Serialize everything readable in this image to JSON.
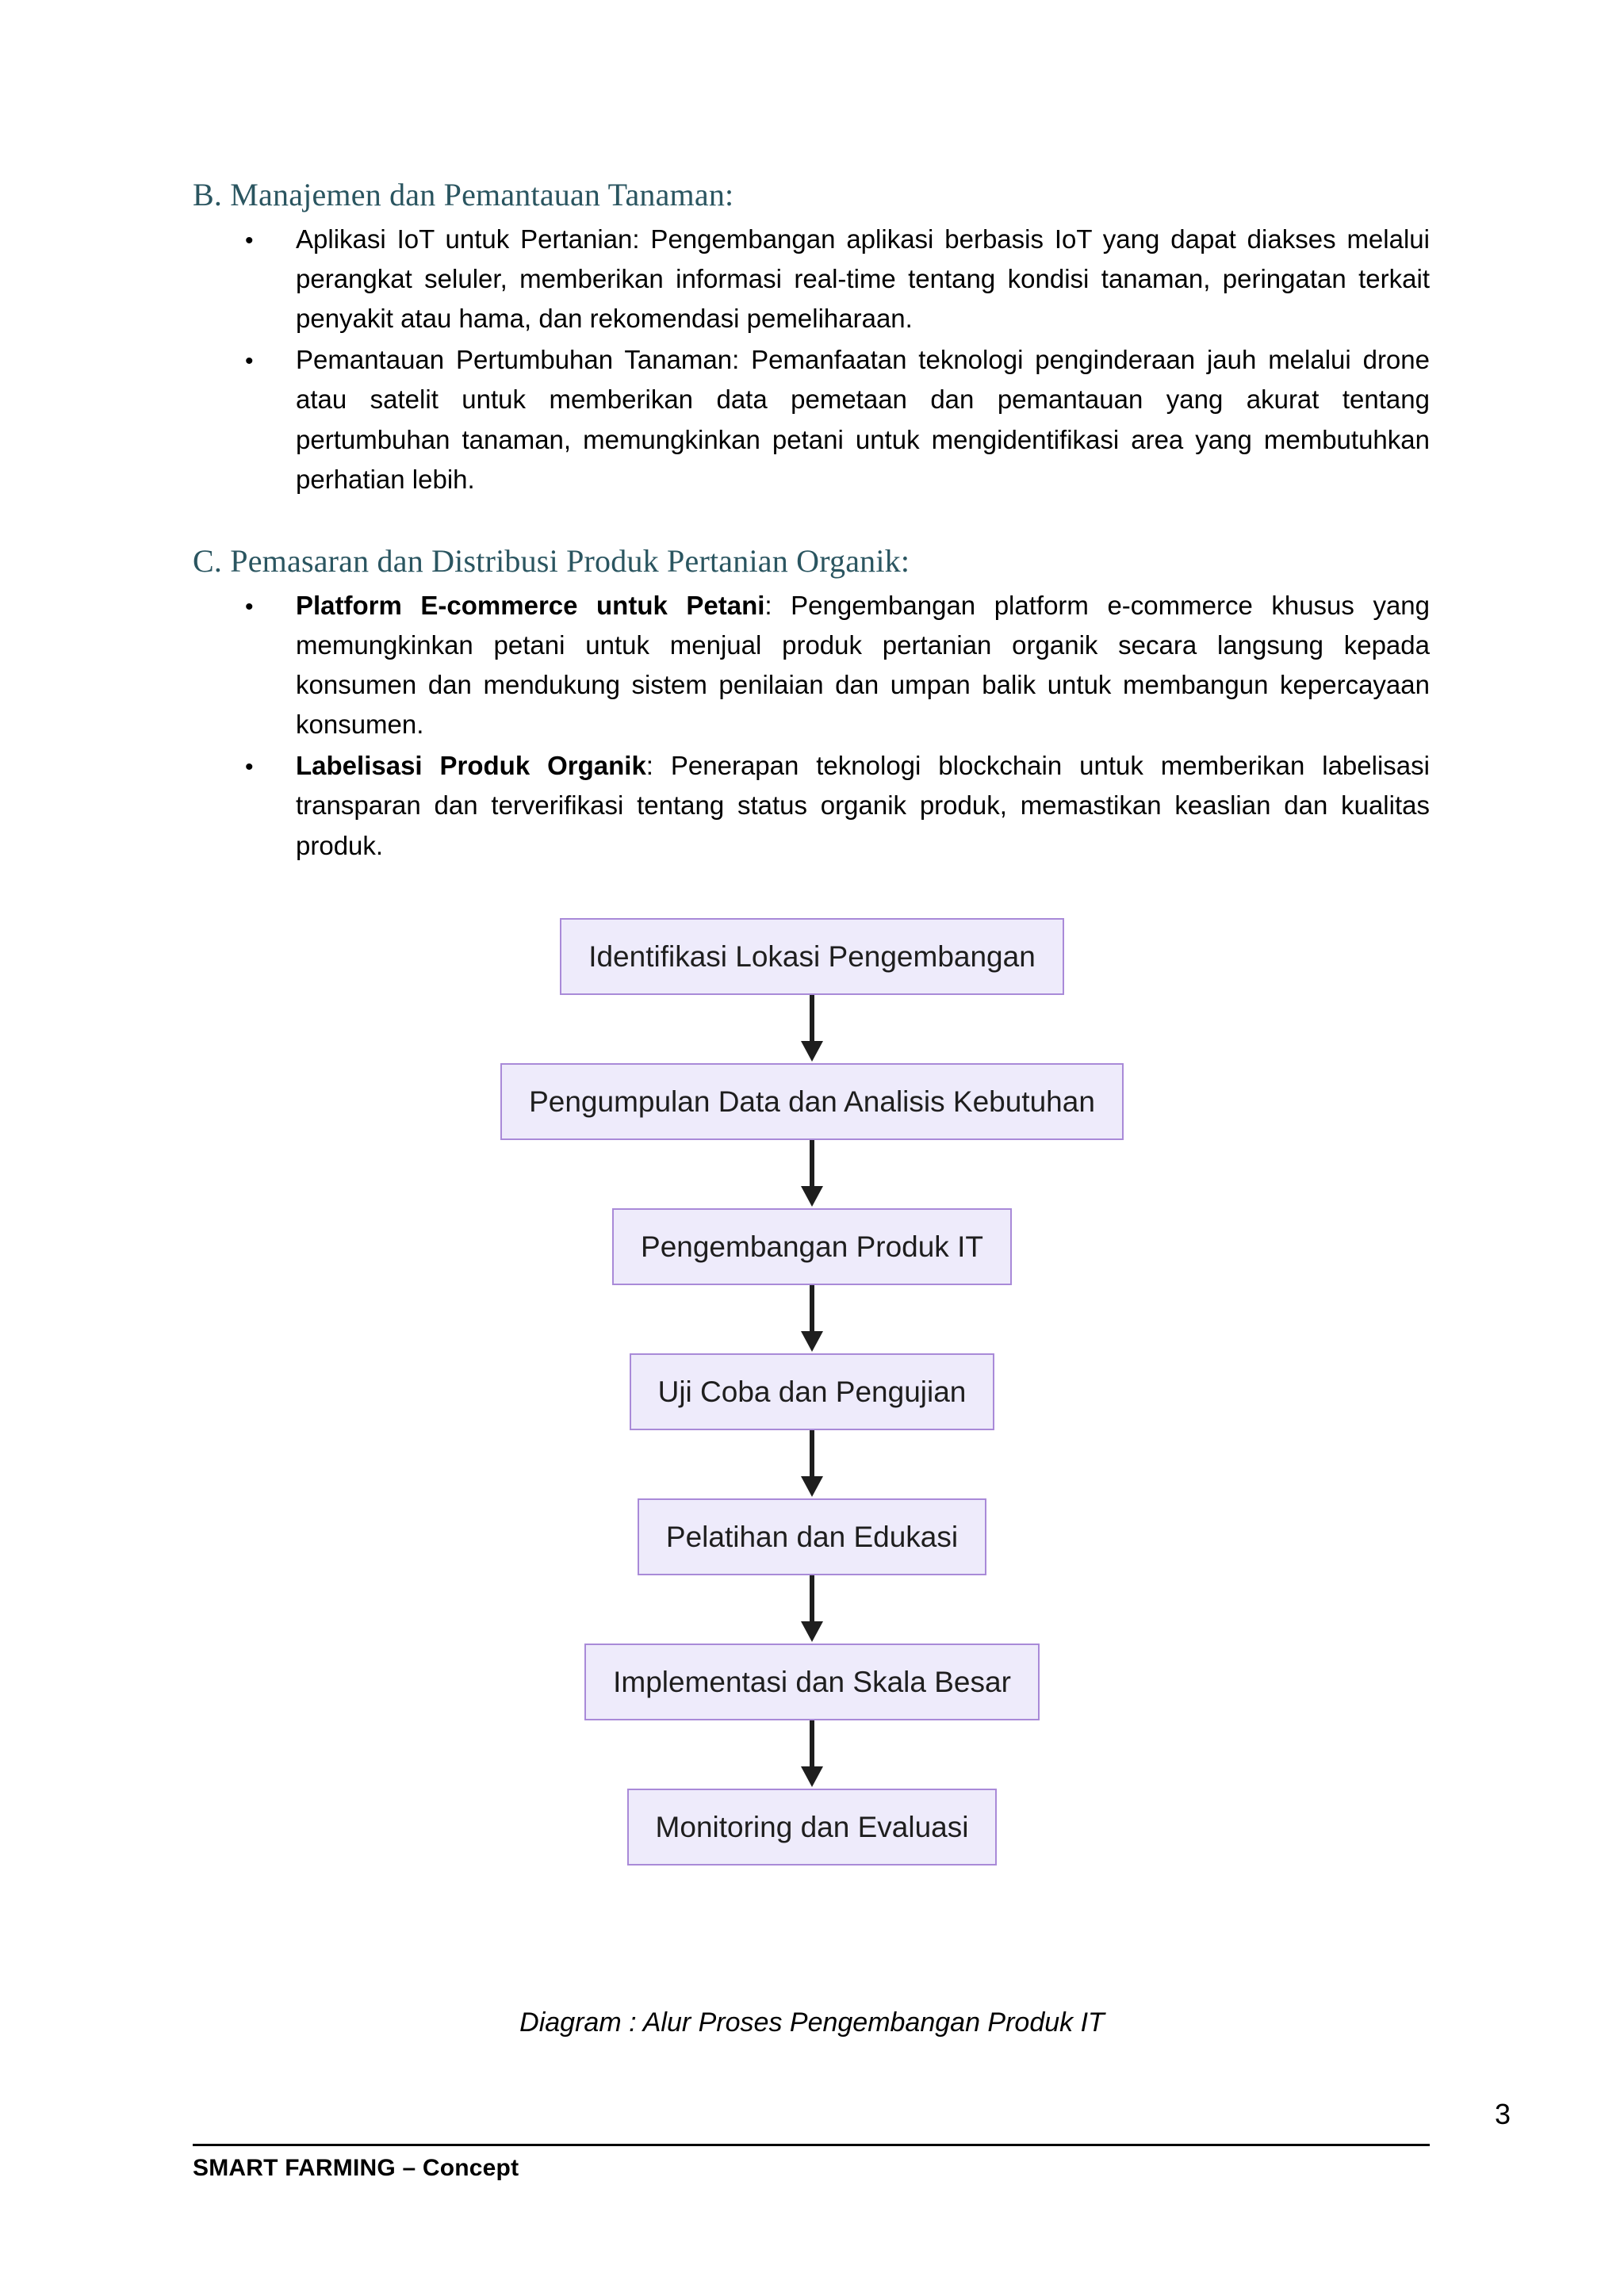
{
  "document": {
    "page_number": "3",
    "footer_text": "SMART FARMING – Concept",
    "heading_color": "#2a5560"
  },
  "sections": [
    {
      "heading": "B. Manajemen dan Pemantauan Tanaman:",
      "bullets": [
        {
          "lead": "",
          "text": "Aplikasi IoT untuk Pertanian: Pengembangan aplikasi berbasis IoT yang dapat diakses melalui perangkat seluler, memberikan informasi real-time tentang kondisi tanaman, peringatan terkait penyakit atau hama, dan rekomendasi pemeliharaan."
        },
        {
          "lead": "",
          "text": "Pemantauan Pertumbuhan Tanaman: Pemanfaatan teknologi penginderaan jauh melalui drone atau satelit untuk memberikan data pemetaan dan pemantauan yang akurat tentang pertumbuhan tanaman, memungkinkan petani untuk mengidentifikasi area yang membutuhkan perhatian lebih."
        }
      ]
    },
    {
      "heading": "C. Pemasaran dan Distribusi Produk Pertanian Organik:",
      "bullets": [
        {
          "lead": "Platform E-commerce untuk Petani",
          "text": ": Pengembangan platform e-commerce khusus yang memungkinkan petani untuk menjual produk pertanian organik secara langsung kepada konsumen dan mendukung sistem penilaian dan umpan balik untuk membangun kepercayaan konsumen."
        },
        {
          "lead": "Labelisasi Produk Organik",
          "text": ": Penerapan teknologi blockchain untuk memberikan labelisasi transparan dan terverifikasi tentang status organik produk, memastikan keaslian dan kualitas produk."
        }
      ]
    }
  ],
  "chart_data": {
    "type": "diagram",
    "diagram_kind": "flowchart",
    "orientation": "top-to-bottom",
    "title": "Diagram : Alur Proses Pengembangan Produk IT",
    "node_fill": "#eeebfb",
    "node_border": "#a98ad8",
    "connector_color": "#1e1e1e",
    "nodes": [
      {
        "id": 1,
        "label": "Identifikasi Lokasi Pengembangan"
      },
      {
        "id": 2,
        "label": "Pengumpulan Data dan Analisis Kebutuhan"
      },
      {
        "id": 3,
        "label": "Pengembangan Produk IT"
      },
      {
        "id": 4,
        "label": "Uji Coba dan Pengujian"
      },
      {
        "id": 5,
        "label": "Pelatihan dan Edukasi"
      },
      {
        "id": 6,
        "label": "Implementasi dan Skala Besar"
      },
      {
        "id": 7,
        "label": "Monitoring dan Evaluasi"
      }
    ],
    "edges": [
      {
        "from": 1,
        "to": 2
      },
      {
        "from": 2,
        "to": 3
      },
      {
        "from": 3,
        "to": 4
      },
      {
        "from": 4,
        "to": 5
      },
      {
        "from": 5,
        "to": 6
      },
      {
        "from": 6,
        "to": 7
      }
    ]
  },
  "caption": "Diagram : Alur Proses Pengembangan Produk IT"
}
